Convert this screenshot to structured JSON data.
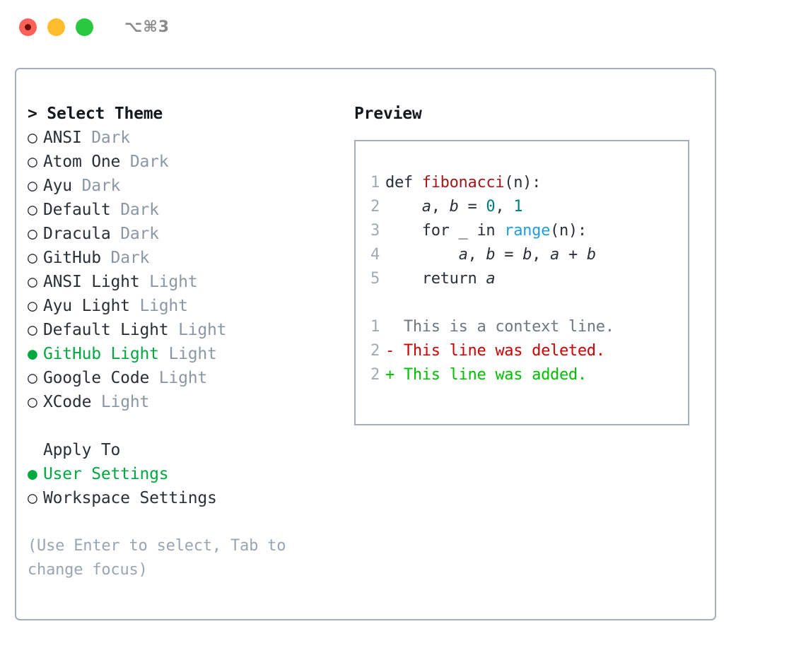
{
  "window": {
    "shortcut": "⌥⌘3",
    "traffic_lights": [
      "close",
      "minimize",
      "zoom"
    ],
    "border_color": "#a3adbb"
  },
  "theme_picker": {
    "header": "> Select Theme",
    "caret": ">",
    "header_text": "Select Theme",
    "selected_bullet": "●",
    "unselected_bullet": "○",
    "accent_color": "#00a83f",
    "tag_color": "#8b97a6",
    "options": [
      {
        "bullet": "○",
        "name": "ANSI",
        "tag": "Dark",
        "selected": false
      },
      {
        "bullet": "○",
        "name": "Atom One",
        "tag": "Dark",
        "selected": false
      },
      {
        "bullet": "○",
        "name": "Ayu",
        "tag": "Dark",
        "selected": false
      },
      {
        "bullet": "○",
        "name": "Default",
        "tag": "Dark",
        "selected": false
      },
      {
        "bullet": "○",
        "name": "Dracula",
        "tag": "Dark",
        "selected": false
      },
      {
        "bullet": "○",
        "name": "GitHub",
        "tag": "Dark",
        "selected": false
      },
      {
        "bullet": "○",
        "name": "ANSI Light",
        "tag": "Light",
        "selected": false
      },
      {
        "bullet": "○",
        "name": "Ayu Light",
        "tag": "Light",
        "selected": false
      },
      {
        "bullet": "○",
        "name": "Default Light",
        "tag": "Light",
        "selected": false
      },
      {
        "bullet": "●",
        "name": "GitHub Light",
        "tag": "Light",
        "selected": true
      },
      {
        "bullet": "○",
        "name": "Google Code",
        "tag": "Light",
        "selected": false
      },
      {
        "bullet": "○",
        "name": "XCode",
        "tag": "Light",
        "selected": false
      }
    ]
  },
  "apply_to": {
    "header": "Apply To",
    "options": [
      {
        "bullet": "●",
        "name": "User Settings",
        "selected": true
      },
      {
        "bullet": "○",
        "name": "Workspace Settings",
        "selected": false
      }
    ]
  },
  "hint": "(Use Enter to select, Tab to change focus)",
  "preview": {
    "title": "Preview",
    "code_lines": [
      {
        "no": "1",
        "segments": [
          {
            "t": "def ",
            "c": "plain"
          },
          {
            "t": "fibonacci",
            "c": "fn"
          },
          {
            "t": "(n):",
            "c": "plain"
          }
        ]
      },
      {
        "no": "2",
        "segments": [
          {
            "t": "    ",
            "c": "plain"
          },
          {
            "t": "a",
            "c": "var"
          },
          {
            "t": ", ",
            "c": "plain"
          },
          {
            "t": "b",
            "c": "var"
          },
          {
            "t": " = ",
            "c": "plain"
          },
          {
            "t": "0",
            "c": "num"
          },
          {
            "t": ", ",
            "c": "plain"
          },
          {
            "t": "1",
            "c": "num"
          }
        ]
      },
      {
        "no": "3",
        "segments": [
          {
            "t": "    for _ in ",
            "c": "plain"
          },
          {
            "t": "range",
            "c": "call"
          },
          {
            "t": "(n):",
            "c": "plain"
          }
        ]
      },
      {
        "no": "4",
        "segments": [
          {
            "t": "        ",
            "c": "plain"
          },
          {
            "t": "a",
            "c": "var"
          },
          {
            "t": ", ",
            "c": "plain"
          },
          {
            "t": "b",
            "c": "var"
          },
          {
            "t": " = ",
            "c": "plain"
          },
          {
            "t": "b",
            "c": "var"
          },
          {
            "t": ", ",
            "c": "plain"
          },
          {
            "t": "a",
            "c": "var"
          },
          {
            "t": " + ",
            "c": "plain"
          },
          {
            "t": "b",
            "c": "var"
          }
        ]
      },
      {
        "no": "5",
        "segments": [
          {
            "t": "    return ",
            "c": "plain"
          },
          {
            "t": "a",
            "c": "var"
          }
        ]
      }
    ],
    "diff_lines": [
      {
        "no": "1",
        "marker": " ",
        "text": " This is a context line.",
        "kind": "context"
      },
      {
        "no": "2",
        "marker": "-",
        "text": " This line was deleted.",
        "kind": "deleted"
      },
      {
        "no": "2",
        "marker": "+",
        "text": " This line was added.",
        "kind": "added"
      }
    ],
    "colors": {
      "function": "#a3171b",
      "number": "#007d7d",
      "call": "#1f9ede",
      "linenumber": "#a0aab5",
      "diff_context": "#6f7780",
      "diff_deleted": "#cc0000",
      "diff_added": "#00bf00"
    }
  }
}
